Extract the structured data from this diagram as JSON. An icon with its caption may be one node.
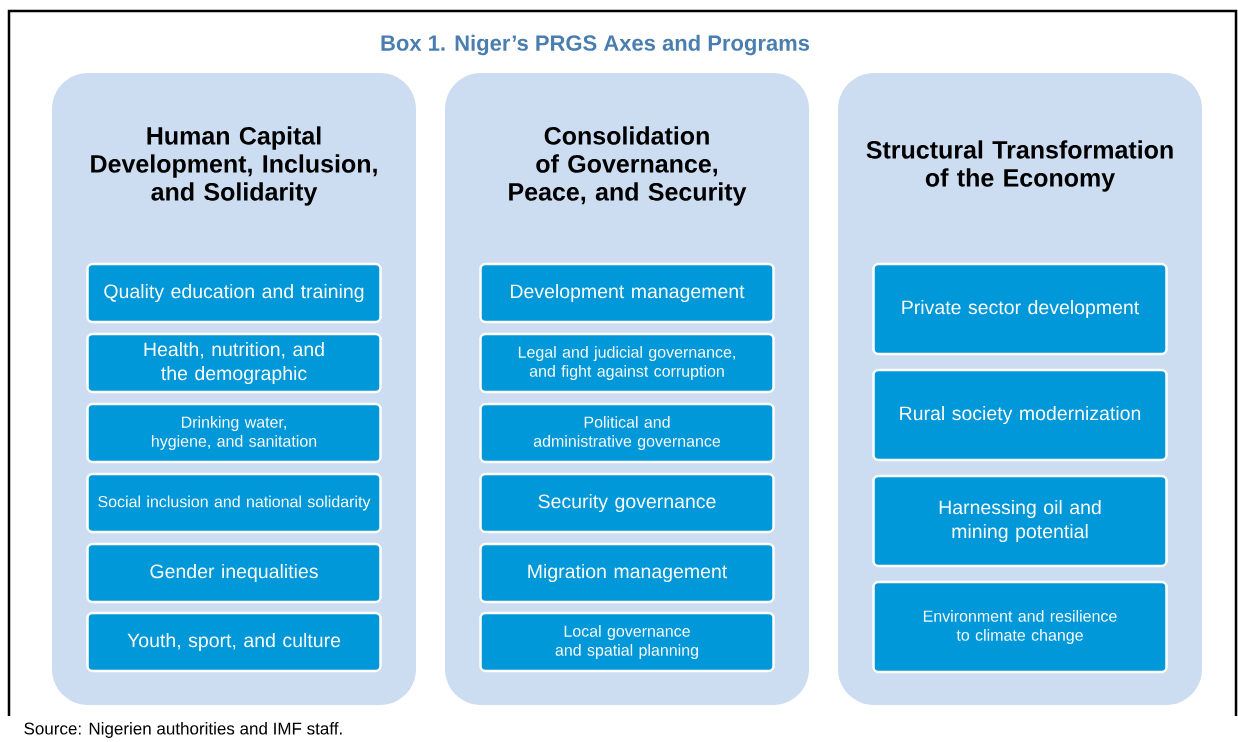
{
  "diagram": {
    "title": "Box 1. Niger’s PRGS Axes and Programs",
    "nodes": [
      {
        "text": [
          "Human Capital Development, Inclusion, and Solidarity"
        ]
      },
      {
        "text": [
          "Quality education and training"
        ],
        "in": 0
      },
      {
        "text": [
          "Health, nutrition, and the demographic"
        ],
        "in": 0
      },
      {
        "text": [
          "Drinking water, hygiene, and sanitation"
        ],
        "in": 0
      },
      {
        "text": [
          "Social inclusion and national solidarity"
        ],
        "in": 0
      },
      {
        "text": [
          "Gender inequalities"
        ],
        "in": 0
      },
      {
        "text": [
          "Youth, sport, and culture"
        ],
        "in": 0
      },
      {
        "text": [
          "Consolidation of Governance, Peace, and Security"
        ]
      },
      {
        "text": [
          "Development management"
        ],
        "in": 7
      },
      {
        "text": [
          "Legal and judicial governance, and fight against corruption"
        ],
        "in": 7
      },
      {
        "text": [
          "Political and administrative governance"
        ],
        "in": 7
      },
      {
        "text": [
          "Security governance"
        ],
        "in": 7
      },
      {
        "text": [
          "Migration management"
        ],
        "in": 7
      },
      {
        "text": [
          "Local governance and spatial planning"
        ],
        "in": 7
      },
      {
        "text": [
          "Structural Transformation of the Economy"
        ]
      },
      {
        "text": [
          "Private sector development"
        ],
        "in": 14
      },
      {
        "text": [
          "Rural society modernization"
        ],
        "in": 14
      },
      {
        "text": [
          "Harnessing oil and mining potential"
        ],
        "in": 14
      },
      {
        "text": [
          "Environment and resilience to climate change"
        ],
        "in": 14
      }
    ],
    "labels": [
      "Source: Nigerien authorities and IMF staff."
    ]
  }
}
